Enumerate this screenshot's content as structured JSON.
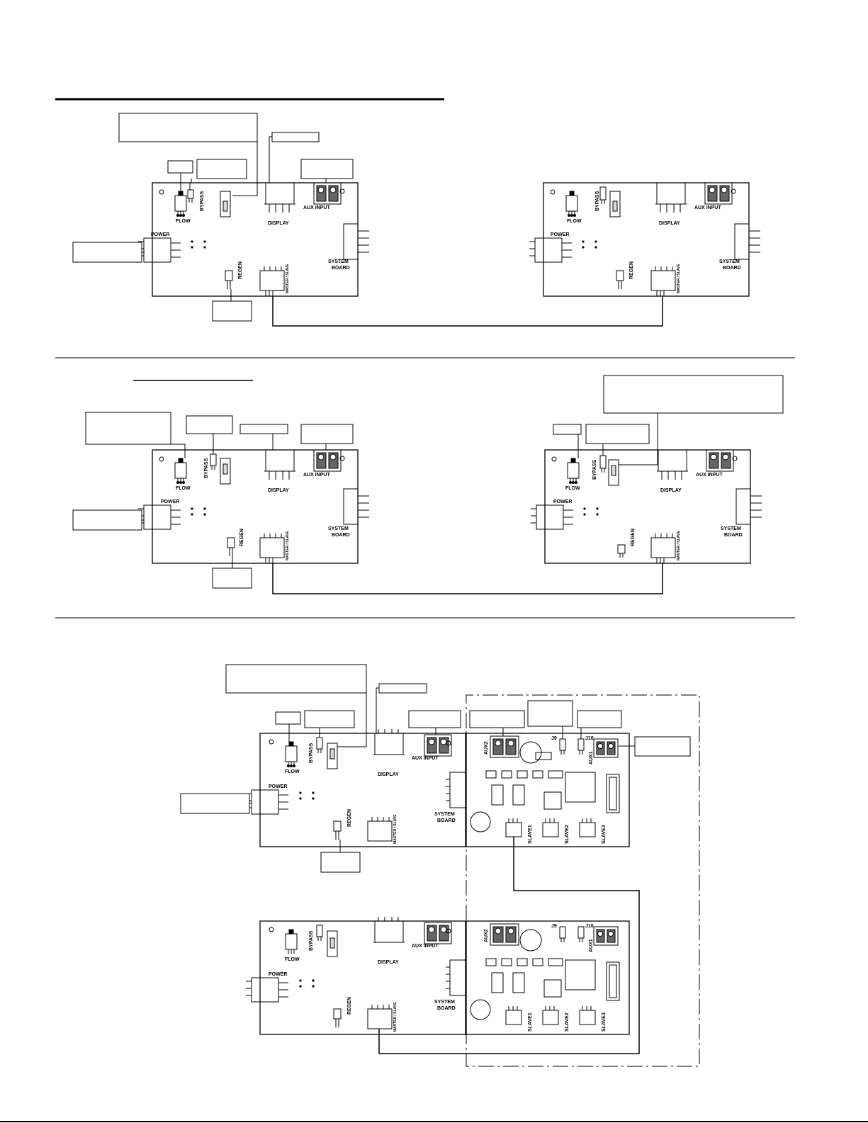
{
  "colors": {
    "line": "#000000",
    "background": "#ffffff"
  },
  "labels": {
    "power": "POWER",
    "flow": "FLOW",
    "bypass": "BYPASS",
    "display": "DISPLAY",
    "aux_input": "AUX INPUT",
    "system": "SYSTEM",
    "board": "BOARD",
    "regen": "REGEN",
    "master_slave": "MASTER / SLAVE",
    "aux1": "AUX1",
    "aux2": "AUX2",
    "j9": "J9",
    "j10": "J10",
    "slave1": "SLAVE1",
    "slave2": "SLAVE2",
    "slave3": "SLAVE3"
  }
}
